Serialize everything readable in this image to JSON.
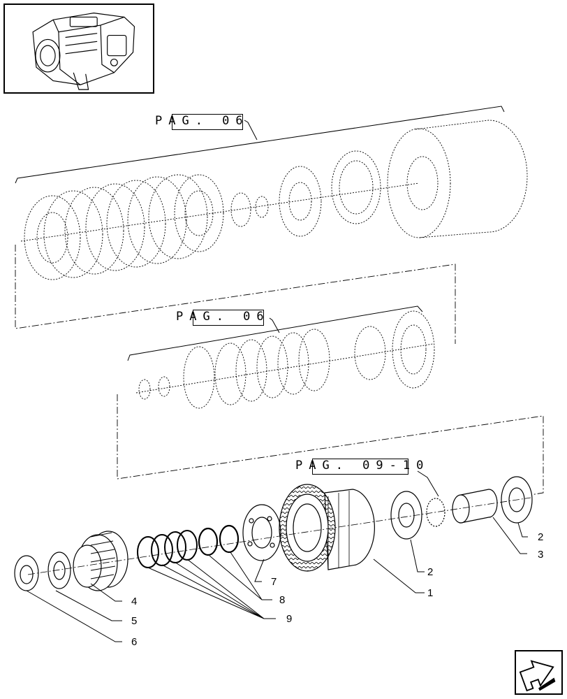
{
  "references": [
    {
      "id": "ref1",
      "text": "PAG. 06"
    },
    {
      "id": "ref2",
      "text": "PAG. 06"
    },
    {
      "id": "ref3",
      "text": "PAG. 09-10"
    }
  ],
  "callouts": [
    "1",
    "2",
    "2",
    "3",
    "4",
    "5",
    "6",
    "7",
    "8",
    "9"
  ],
  "nav": {
    "icon": "next-page-arrow-icon"
  }
}
